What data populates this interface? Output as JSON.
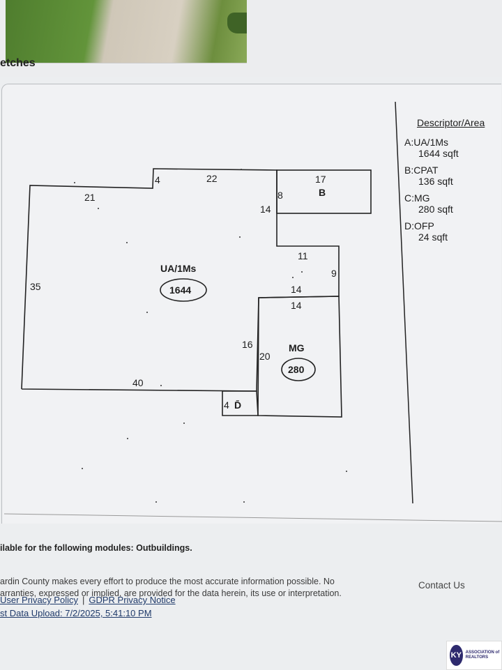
{
  "header": {
    "section_label": "etches"
  },
  "sketch": {
    "dimensions": {
      "d21": "21",
      "d4_top": "4",
      "d22": "22",
      "d17": "17",
      "d8": "8",
      "d14_b": "14",
      "d35": "35",
      "d11": "11",
      "d9": "9",
      "d14_mid": "14",
      "d14_mg": "14",
      "d16": "16",
      "d20": "20",
      "d40": "40",
      "d4_d": "4"
    },
    "areas": {
      "main_label": "UA/1Ms",
      "main_value": "1644",
      "b_label": "B",
      "mg_label": "MG",
      "mg_value": "280",
      "d_label": "D̄"
    }
  },
  "legend": {
    "title": "Descriptor/Area",
    "items": [
      {
        "code": "A:UA/1Ms",
        "area": "1644 sqft"
      },
      {
        "code": "B:CPAT",
        "area": "136 sqft"
      },
      {
        "code": "C:MG",
        "area": "280 sqft"
      },
      {
        "code": "D:OFP",
        "area": "24 sqft"
      }
    ]
  },
  "footer": {
    "modules_prefix": "ilable for the following modules: ",
    "modules_value": "Outbuildings.",
    "disclaimer_line1": "ardin County makes every effort to produce the most accurate information possible. No",
    "disclaimer_line2": "arranties, expressed or implied, are provided for the data herein, its use or interpretation.",
    "privacy_link": "User Privacy Policy",
    "separator": "|",
    "gdpr_link": "GDPR Privacy Notice",
    "last_upload": "st Data Upload: 7/2/2025, 5:41:10 PM",
    "contact": "Contact Us"
  },
  "logo": {
    "mark": "KY",
    "text": "ASSOCIATION of REALTORS"
  }
}
